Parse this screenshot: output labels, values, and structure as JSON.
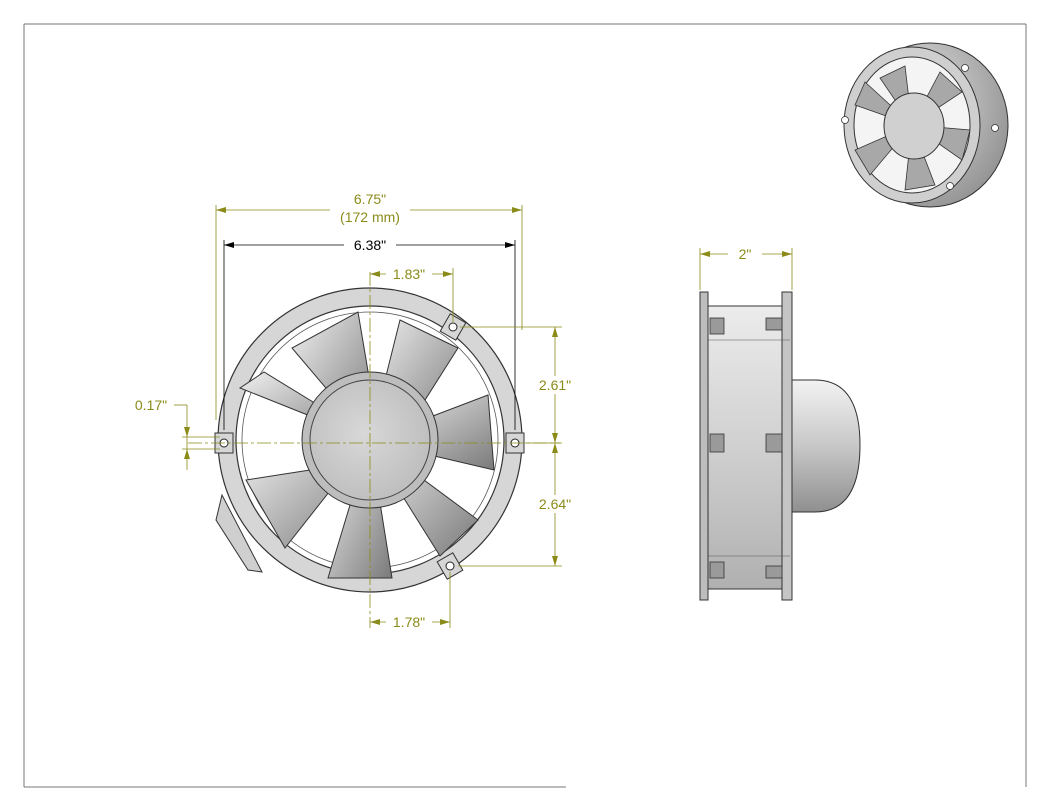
{
  "dimensions": {
    "overall_width": "6.75\"",
    "overall_width_metric": "(172 mm)",
    "flange_width": "6.38\"",
    "hole_offset_top": "1.83\"",
    "hole_offset_bottom": "1.78\"",
    "hole_offset_side": "0.17\"",
    "upper_hole_height": "2.61\"",
    "lower_hole_height": "2.64\"",
    "depth": "2\""
  },
  "colors": {
    "dimension_olive": "#8b8b1a",
    "dimension_black": "#000000",
    "border": "#555555",
    "body_gray": "#d4d4d4",
    "hub_gray": "#c8c8c8",
    "outline": "#333333"
  }
}
